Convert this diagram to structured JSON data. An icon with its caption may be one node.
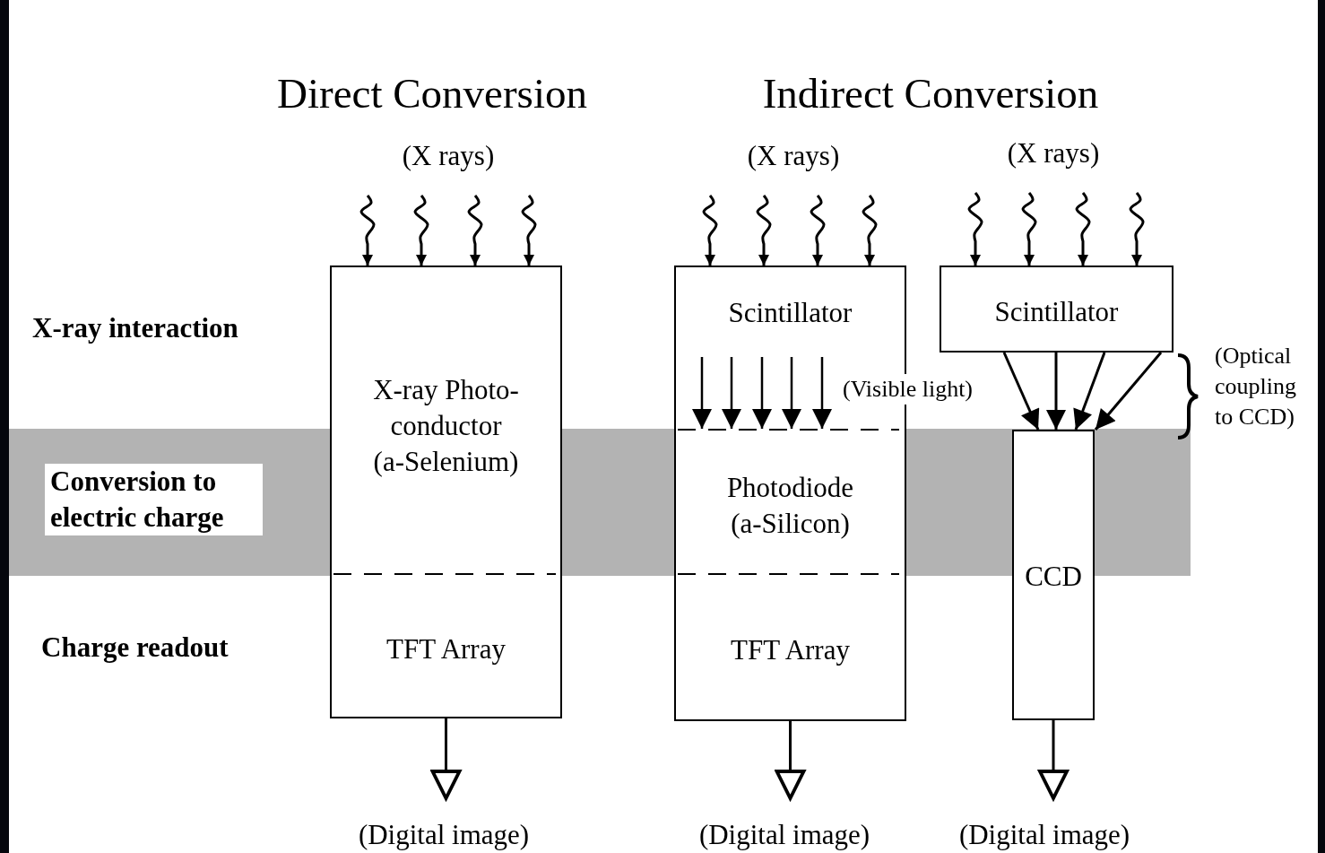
{
  "diagram": {
    "nodes": [
      {
        "text": [
          "(X rays)"
        ]
      },
      {
        "text": [
          "(X rays)"
        ]
      },
      {
        "text": [
          "(X rays)"
        ]
      },
      {
        "text": [
          "X-ray Photo- conductor (a-Selenium)",
          "TFT Array"
        ]
      },
      {
        "text": [
          "Scintillator",
          "Photodiode (a-Silicon)",
          "TFT Array"
        ]
      },
      {
        "text": [
          "Scintillator"
        ]
      },
      {
        "text": [
          "CCD"
        ]
      },
      {
        "text": [
          "(Digital image)"
        ]
      },
      {
        "text": [
          "(Digital image)"
        ]
      },
      {
        "text": [
          "(Digital image)"
        ]
      }
    ],
    "edges": [
      {
        "from": 0,
        "to": 3,
        "arrow": "to"
      },
      {
        "from": 0,
        "to": 3,
        "arrow": "to"
      },
      {
        "from": 0,
        "to": 3,
        "arrow": "to"
      },
      {
        "from": 0,
        "to": 3,
        "arrow": "to"
      },
      {
        "from": 1,
        "to": 4,
        "arrow": "to"
      },
      {
        "from": 1,
        "to": 4,
        "arrow": "to"
      },
      {
        "from": 1,
        "to": 4,
        "arrow": "to"
      },
      {
        "from": 1,
        "to": 4,
        "arrow": "to"
      },
      {
        "from": 2,
        "to": 5,
        "arrow": "to"
      },
      {
        "from": 2,
        "to": 5,
        "arrow": "to"
      },
      {
        "from": 2,
        "to": 5,
        "arrow": "to"
      },
      {
        "from": 2,
        "to": 5,
        "arrow": "to"
      },
      {
        "from": 5,
        "to": 6,
        "arrow": "to"
      },
      {
        "from": 5,
        "to": 6,
        "arrow": "to"
      },
      {
        "from": 5,
        "to": 6,
        "arrow": "to"
      },
      {
        "from": 5,
        "to": 6,
        "arrow": "to"
      },
      {
        "from": 3,
        "to": 7,
        "arrow": "to"
      },
      {
        "from": 4,
        "to": 8,
        "arrow": "to"
      },
      {
        "from": 6,
        "to": 9,
        "arrow": "to"
      }
    ],
    "labels": [
      "Direct Conversion",
      "Indirect Conversion",
      "X-ray interaction",
      "Conversion to electric charge",
      "Charge readout",
      "(Visible light)",
      "(Optical coupling to CCD)"
    ]
  }
}
